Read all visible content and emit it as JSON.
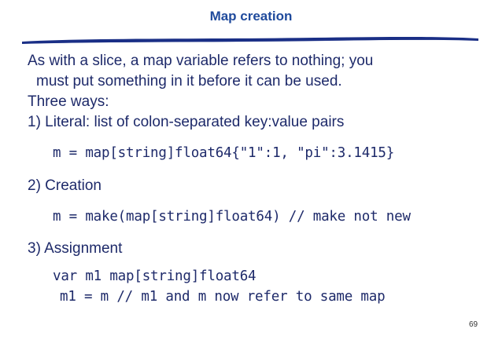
{
  "slide": {
    "title": "Map creation",
    "intro_line1": "As with a slice, a map variable refers to nothing; you",
    "intro_line2": "must put something in it before it can be used.",
    "three_ways": "Three ways:",
    "item1_heading": "1) Literal: list of colon-separated key:value pairs",
    "item1_code": "m = map[string]float64{\"1\":1, \"pi\":3.1415}",
    "item2_heading": "2) Creation",
    "item2_code": "m = make(map[string]float64)  // make not new",
    "item3_heading": "3) Assignment",
    "item3_code_line1": "var m1 map[string]float64",
    "item3_code_line2": "m1 = m // m1 and m now refer to same map",
    "page_number": "69"
  },
  "colors": {
    "title": "#1f4a9c",
    "body_text": "#1e2a6a",
    "brush_stroke": "#1a2f86"
  }
}
